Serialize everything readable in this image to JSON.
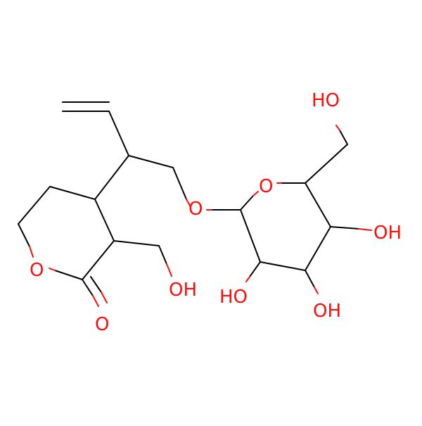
{
  "colors": {
    "background": "#ffffff",
    "bond": "#000000",
    "oxygen": "#ff0d0d"
  },
  "atom_labels": {
    "ho_top": "HO",
    "ring_o_sugar": "O",
    "o_glycosidic": "O",
    "oh_right": "OH",
    "ho_bottom_left": "HO",
    "oh_bottom": "OH",
    "oh_hydroxymethyl": "OH",
    "o_lactone_ring": "O",
    "o_carbonyl": "O"
  }
}
